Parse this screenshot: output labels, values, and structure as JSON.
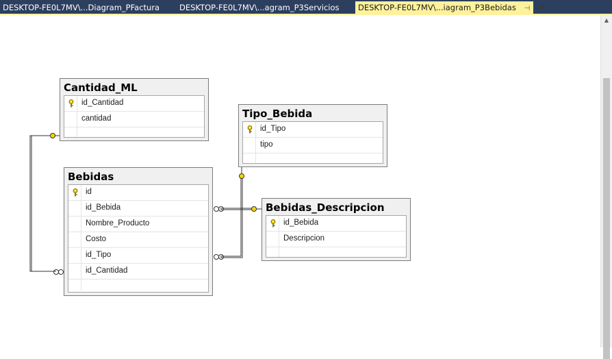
{
  "tabs": [
    {
      "label": "DESKTOP-FE0L7MV\\...Diagram_PFactura",
      "active": false
    },
    {
      "label": "DESKTOP-FE0L7MV\\...agram_P3Servicios",
      "active": false
    },
    {
      "label": "DESKTOP-FE0L7MV\\...iagram_P3Bebidas",
      "active": true
    }
  ],
  "icons": {
    "pin": "pin-icon",
    "close": "close-icon",
    "key": "primary-key-icon"
  },
  "colors": {
    "tab_strip": "#2d3f5f",
    "active_tab": "#fff29d",
    "table_bg": "#f0f0f0",
    "key": "#d9b800"
  },
  "tables": {
    "cantidad_ml": {
      "name": "Cantidad_ML",
      "columns": [
        "id_Cantidad",
        "cantidad"
      ],
      "key": [
        "id_Cantidad"
      ]
    },
    "tipo_bebida": {
      "name": "Tipo_Bebida",
      "columns": [
        "id_Tipo",
        "tipo"
      ],
      "key": [
        "id_Tipo"
      ]
    },
    "bebidas": {
      "name": "Bebidas",
      "columns": [
        "id",
        "id_Bebida",
        "Nombre_Producto",
        "Costo",
        "id_Tipo",
        "id_Cantidad"
      ],
      "key": [
        "id"
      ]
    },
    "bebidas_descripcion": {
      "name": "Bebidas_Descripcion",
      "columns": [
        "id_Bebida",
        "Descripcion"
      ],
      "key": [
        "id_Bebida"
      ]
    }
  },
  "relationships": [
    {
      "from": "bebidas.id_Cantidad",
      "to": "cantidad_ml.id_Cantidad"
    },
    {
      "from": "bebidas.id_Tipo",
      "to": "tipo_bebida.id_Tipo"
    },
    {
      "from": "bebidas.id_Bebida",
      "to": "bebidas_descripcion.id_Bebida"
    }
  ]
}
